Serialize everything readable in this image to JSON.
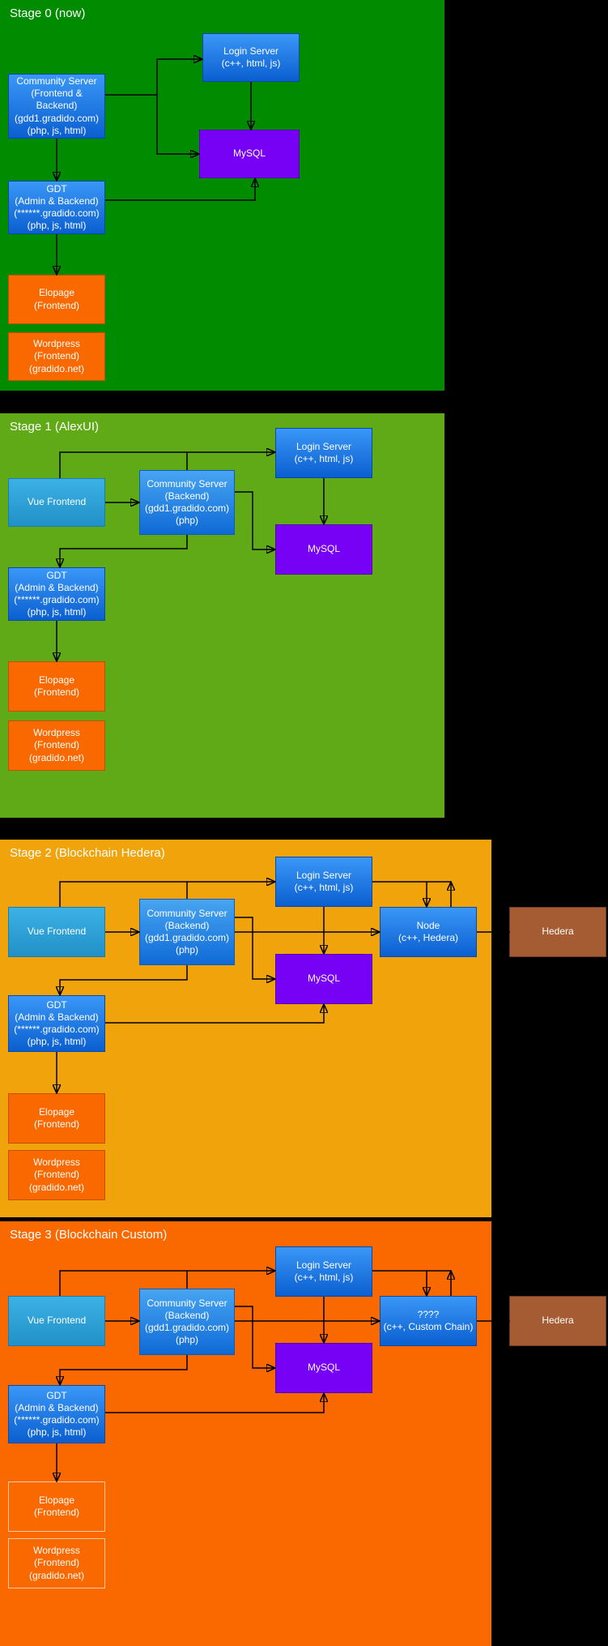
{
  "stages": [
    {
      "title": "Stage 0 (now)",
      "nodes": {
        "login": "Login Server\n(c++, html, js)",
        "community": "Community Server\n(Frontend & Backend)\n(gdd1.gradido.com)\n(php, js, html)",
        "mysql": "MySQL",
        "gdt": "GDT\n(Admin & Backend)\n(******.gradido.com)\n(php, js, html)",
        "elopage": "Elopage\n(Frontend)",
        "wordpress": "Wordpress\n(Frontend)\n(gradido.net)"
      },
      "connections": [
        "community->login",
        "community->mysql",
        "login->mysql",
        "gdt->mysql",
        "community->gdt",
        "gdt->elopage"
      ]
    },
    {
      "title": "Stage 1 (AlexUI)",
      "nodes": {
        "login": "Login Server\n(c++, html, js)",
        "vue": "Vue Frontend",
        "community": "Community Server\n(Backend)\n(gdd1.gradido.com)\n(php)",
        "mysql": "MySQL",
        "gdt": "GDT\n(Admin & Backend)\n(******.gradido.com)\n(php, js, html)",
        "elopage": "Elopage\n(Frontend)",
        "wordpress": "Wordpress\n(Frontend)\n(gradido.net)"
      },
      "connections": [
        "vue->login",
        "vue->community",
        "community->login",
        "community->mysql",
        "login->mysql",
        "community->gdt",
        "gdt->elopage"
      ]
    },
    {
      "title": "Stage 2 (Blockchain Hedera)",
      "nodes": {
        "login": "Login Server\n(c++, html, js)",
        "vue": "Vue Frontend",
        "community": "Community Server\n(Backend)\n(gdd1.gradido.com)\n(php)",
        "node": "Node\n(c++, Hedera)",
        "mysql": "MySQL",
        "gdt": "GDT\n(Admin & Backend)\n(******.gradido.com)\n(php, js, html)",
        "elopage": "Elopage\n(Frontend)",
        "wordpress": "Wordpress\n(Frontend)\n(gradido.net)",
        "hedera": "Hedera"
      },
      "connections": [
        "vue->login",
        "vue->community",
        "community->login",
        "community->mysql",
        "community->node",
        "login->mysql",
        "login->node",
        "node->login",
        "node->hedera",
        "gdt->mysql",
        "community->gdt",
        "gdt->elopage"
      ]
    },
    {
      "title": "Stage 3 (Blockchain Custom)",
      "nodes": {
        "login": "Login Server\n(c++, html, js)",
        "vue": "Vue Frontend",
        "community": "Community Server\n(Backend)\n(gdd1.gradido.com)\n(php)",
        "custom": "????\n(c++, Custom Chain)",
        "mysql": "MySQL",
        "gdt": "GDT\n(Admin & Backend)\n(******.gradido.com)\n(php, js, html)",
        "elopage": "Elopage\n(Frontend)",
        "wordpress": "Wordpress\n(Frontend)\n(gradido.net)",
        "hedera": "Hedera"
      },
      "connections": [
        "vue->login",
        "vue->community",
        "community->login",
        "community->mysql",
        "community->custom",
        "login->mysql",
        "login->custom",
        "custom->login",
        "custom->hedera",
        "gdt->mysql",
        "community->gdt",
        "gdt->elopage"
      ]
    }
  ],
  "colors": {
    "stage0_bg": "#008b00",
    "stage1_bg": "#60a917",
    "stage2_bg": "#f0a30a",
    "stage3_bg": "#fa6800",
    "blue_node": "#1a78e0",
    "cyan_node": "#2fa7dd",
    "mysql_purple": "#7701f4",
    "orange_node": "#fa6800",
    "hedera_brown": "#a55c33",
    "outline_border": "#ffc9a0",
    "arrow": "#000000",
    "text": "#ffffff"
  }
}
